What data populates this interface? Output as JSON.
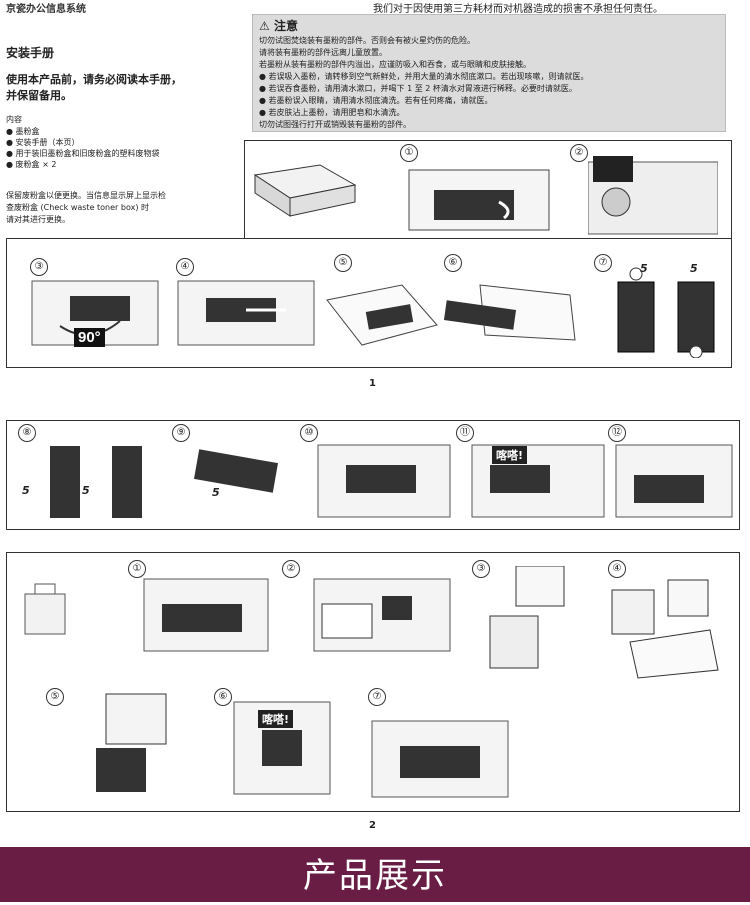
{
  "header": {
    "brand_text": "京瓷办公信息系统",
    "top_right_text": "我们对于因使用第三方耗材而对机器造成的损害不承担任何责任。"
  },
  "manual": {
    "title": "安装手册",
    "intro": "使用本产品前，请务必阅读本手册，\n并保留备用。",
    "contents_title": "内容",
    "contents_items": [
      "墨粉盒",
      "安装手册（本页）",
      "用于装旧墨粉盒和旧废粉盒的塑料废物袋",
      "废粉盒 × 2"
    ],
    "waste_note": "保留废粉盒以便更换。当信息显示屏上显示检\n查废粉盒 (Check waste toner box) 时\n请对其进行更换。"
  },
  "caution": {
    "title": "注意",
    "lines": [
      "切勿试图焚烧装有墨粉的部件。否则会有被火星灼伤的危险。",
      "请将装有墨粉的部件远离儿童放置。",
      "若墨粉从装有墨粉的部件内溢出，应谨防吸入和吞食，或与眼睛和皮肤接触。",
      "● 若误吸入墨粉，请转移到空气新鲜处，并用大量的清水彻底漱口。若出现咳嗽，则请就医。",
      "● 若误吞食墨粉，请用清水漱口，并喝下 1 至 2 杯清水对胃液进行稀释。必要时请就医。",
      "● 若墨粉误入眼睛，请用清水彻底清洗。若有任何疼痛，请就医。",
      "● 若皮肤沾上墨粉，请用肥皂和水清洗。",
      "切勿试图强行打开或销毁装有墨粉的部件。"
    ]
  },
  "steps": {
    "section1": [
      "①",
      "②",
      "③",
      "④",
      "⑤",
      "⑥",
      "⑦"
    ],
    "section2": [
      "⑧",
      "⑨",
      "⑩",
      "⑪",
      "⑫"
    ],
    "section3": [
      "①",
      "②",
      "③",
      "④",
      "⑤",
      "⑥",
      "⑦"
    ]
  },
  "labels": {
    "angle": "90°",
    "click": "喀嗒!",
    "shake": "5"
  },
  "page_numbers": {
    "p1": "1",
    "p2": "2"
  },
  "footer": {
    "title": "产品展示"
  },
  "colors": {
    "footer_bg": "#6a1d44",
    "caution_bg": "#dcdcdc"
  }
}
